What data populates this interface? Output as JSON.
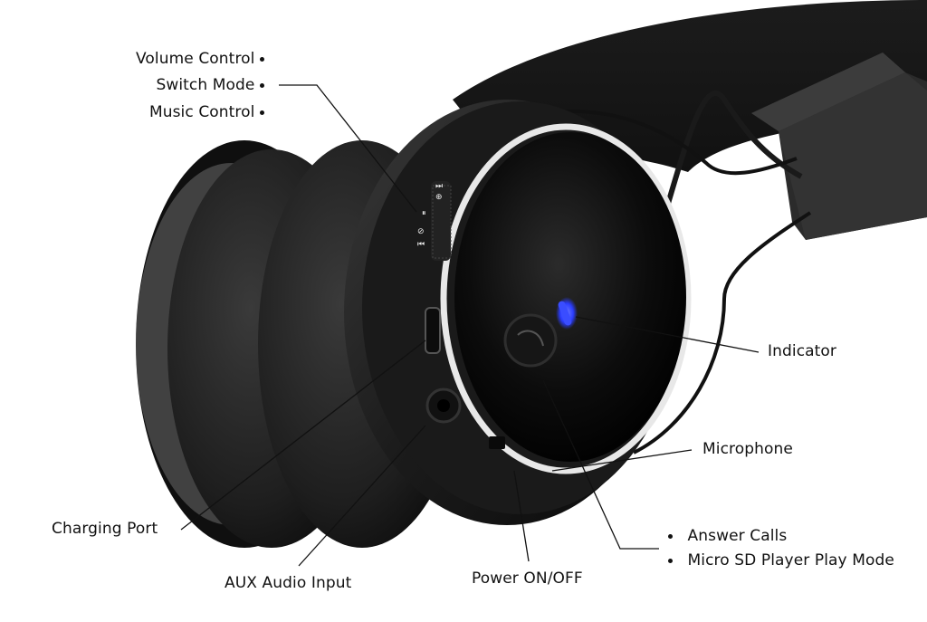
{
  "diagram": {
    "subject": "Bluetooth headphones ear cup",
    "colors": {
      "background": "#ffffff",
      "text": "#111111",
      "leader_line": "#111111",
      "body": "#1a1a1a",
      "indicator": "#2a3cff"
    },
    "callouts": {
      "top_left_group": [
        "Volume Control",
        "Switch Mode",
        "Music Control"
      ],
      "indicator": "Indicator",
      "microphone": "Microphone",
      "charging_port": "Charging Port",
      "aux_input": "AUX Audio Input",
      "power": "Power ON/OFF",
      "button_group": [
        "Answer Calls",
        "Micro SD Player Play Mode"
      ]
    },
    "control_icons": [
      "volume-up-icon",
      "next-track-icon",
      "mode-icon",
      "volume-down-icon",
      "prev-track-icon"
    ]
  }
}
